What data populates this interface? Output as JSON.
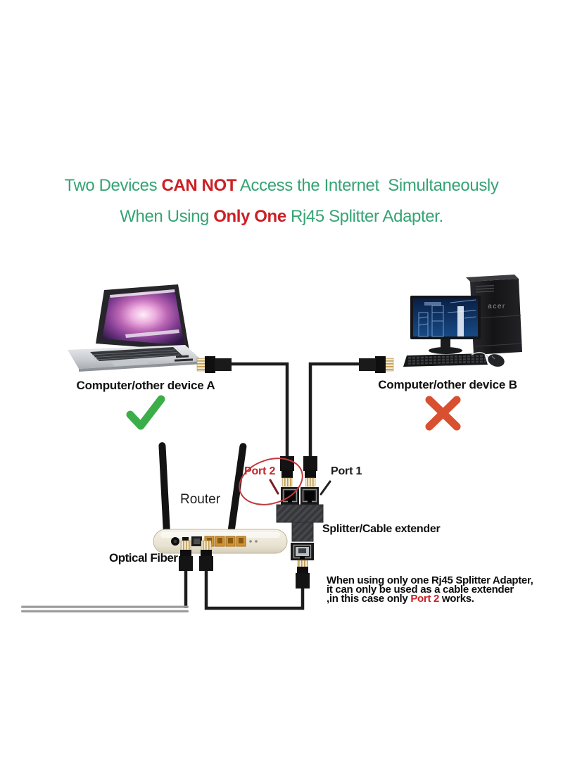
{
  "title": {
    "line1_seg1": "Two Devices ",
    "line1_seg2": "CAN NOT",
    "line1_seg3": " Access the Internet  Simultaneously",
    "line2_seg1": "When Using ",
    "line2_seg2": "Only One",
    "line2_seg3": " Rj45 Splitter Adapter."
  },
  "labels": {
    "device_a": "Computer/other device A",
    "device_b": "Computer/other device B",
    "router": "Router",
    "optical_fiber": "Optical Fiber",
    "port2": "Port 2",
    "port1": "Port 1",
    "splitter": "Splitter/Cable extender"
  },
  "note": {
    "line1": "When using only one Rj45 Splitter Adapter,",
    "line2": "it can only be used as a cable extender",
    "line3_seg1": ",in this case only ",
    "line3_seg2": "Port 2",
    "line3_seg3": " works."
  },
  "devices": {
    "tower_brand": "acer"
  },
  "icons": {
    "check": "green-checkmark",
    "cross": "red-cross-mark"
  },
  "colors": {
    "title_green": "#35a474",
    "title_red": "#cb2026",
    "port2_red": "#c0272d",
    "check_green": "#3cae49",
    "cross_red": "#d8502f",
    "highlight_ellipse": "#c23a3f",
    "cable_black": "#1c1c1c",
    "fiber_gray": "#9b9b9b",
    "router_body": "#f1ecdd",
    "lan_port_orange": "#d39335"
  }
}
